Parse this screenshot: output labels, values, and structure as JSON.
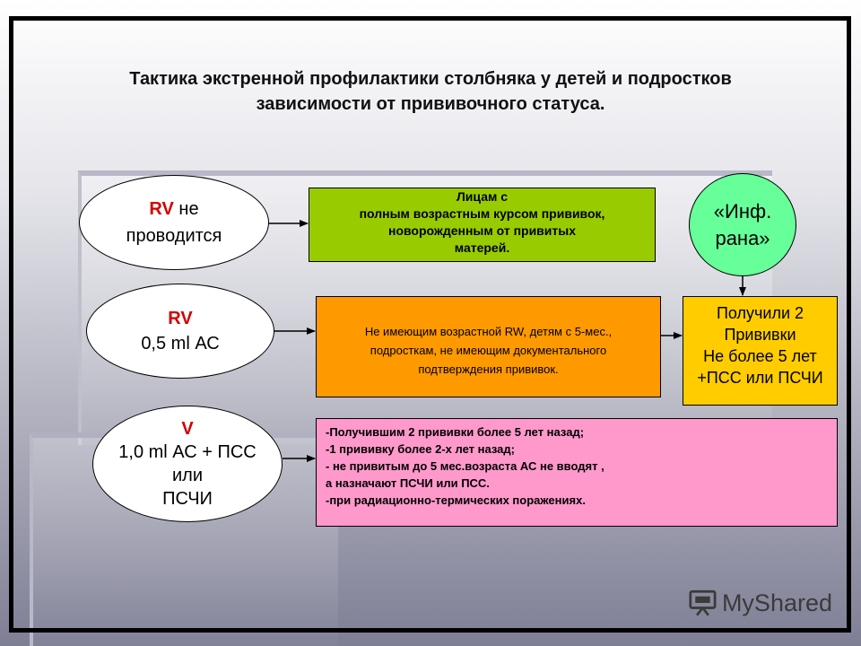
{
  "title": {
    "line1": "Тактика экстренной профилактики столбняка у детей и подростков",
    "line2": "зависимости от прививочного статуса."
  },
  "oval1": {
    "bold": "RV",
    "rest": " не",
    "line2": "проводится"
  },
  "oval2": {
    "line1": "RV",
    "line2": "0,5 ml АС"
  },
  "oval3": {
    "line1": "V",
    "line2": "1,0 ml АС + ПСС",
    "line3": "или",
    "line4": "ПСЧИ"
  },
  "box_green": {
    "lines": [
      "Лицам с",
      "полным возрастным курсом прививок,",
      "новорожденным от привитых",
      "матерей."
    ]
  },
  "box_orange": {
    "lines": [
      "Не имеющим возрастной RW, детям с 5-мес.,",
      "подросткам, не имеющим документального",
      "подтверждения прививок."
    ]
  },
  "box_yellow": {
    "lines": [
      "Получили 2",
      "Прививки",
      "Не более 5 лет",
      "+ПСС или ПСЧИ"
    ]
  },
  "box_pink": {
    "lines": [
      "-Получившим 2 прививки более 5 лет назад;",
      "-1 прививку более 2-х лет назад;",
      "- не привитым до 5 мес.возраста АС не вводят ,",
      "а назначают ПСЧИ или ПСС.",
      "-при радиационно-термических поражениях."
    ]
  },
  "circle_inf": {
    "line1": "«Инф.",
    "line2": "рана»"
  },
  "logo": {
    "text": "MyShared"
  }
}
